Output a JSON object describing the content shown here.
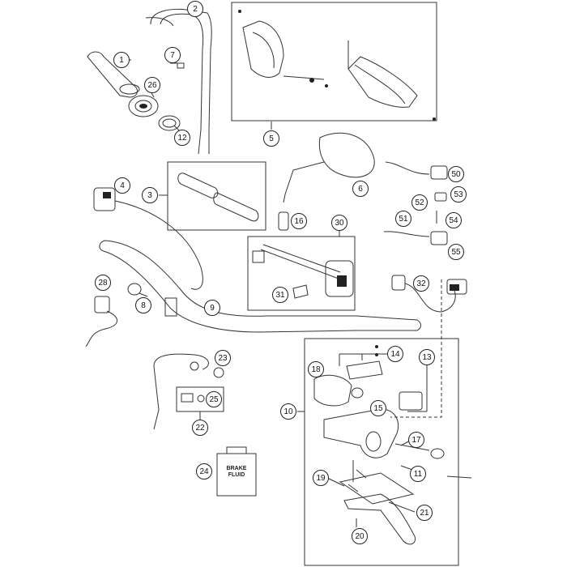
{
  "callouts": {
    "c1": "1",
    "c2": "2",
    "c3": "3",
    "c4": "4",
    "c5": "5",
    "c6": "6",
    "c7": "7",
    "c8": "8",
    "c9": "9",
    "c10": "10",
    "c11": "11",
    "c12": "12",
    "c13": "13",
    "c14": "14",
    "c15": "15",
    "c16": "16",
    "c17": "17",
    "c18": "18",
    "c19": "19",
    "c20": "20",
    "c21": "21",
    "c22": "22",
    "c23": "23",
    "c24": "24",
    "c25": "25",
    "c26": "26",
    "c28": "28",
    "c30": "30",
    "c31": "31",
    "c32": "32",
    "c50": "50",
    "c51": "51",
    "c52": "52",
    "c53": "53",
    "c54": "54",
    "c55": "55"
  },
  "brake_fluid_label": {
    "line1": "BRAKE",
    "line2": "FLUID"
  }
}
